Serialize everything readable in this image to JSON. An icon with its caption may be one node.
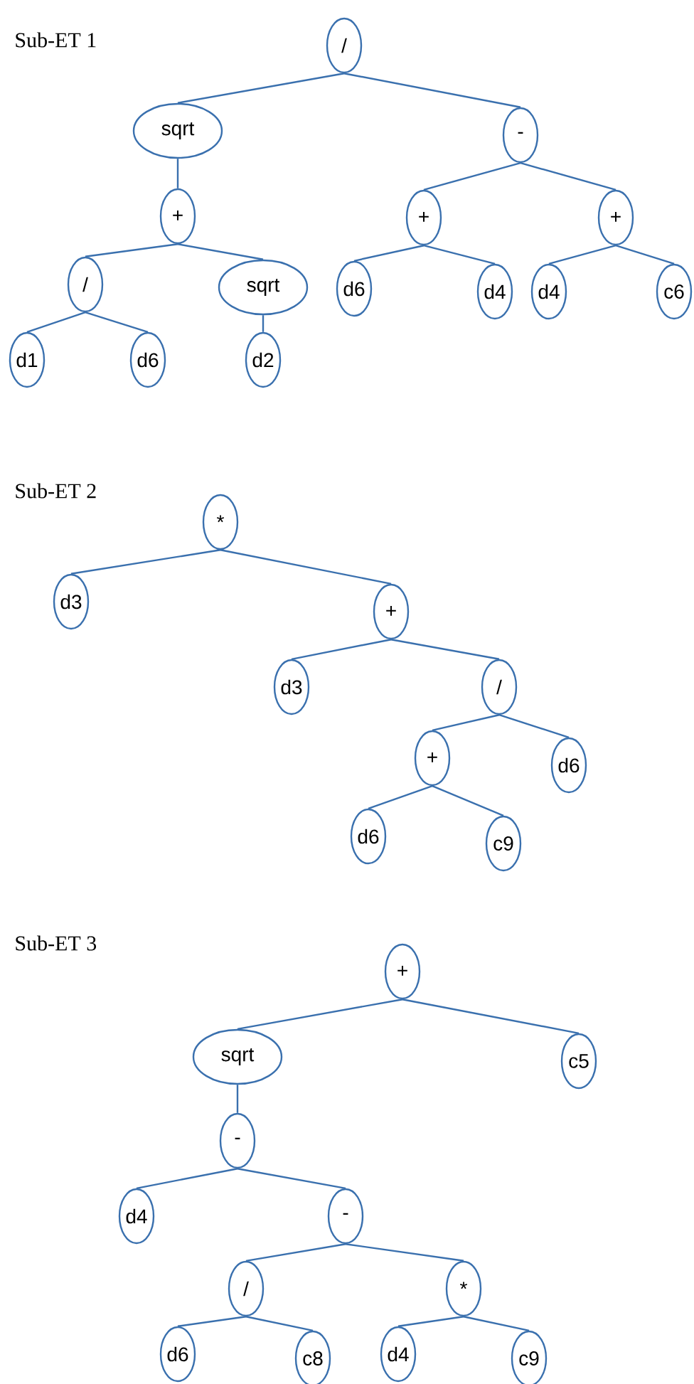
{
  "diagram": {
    "nodes": [
      {
        "text": [
          "/"
        ]
      },
      {
        "text": [
          "sqrt"
        ]
      },
      {
        "text": [
          "-"
        ]
      },
      {
        "text": [
          "+"
        ]
      },
      {
        "text": [
          "+"
        ]
      },
      {
        "text": [
          "+"
        ]
      },
      {
        "text": [
          "/"
        ]
      },
      {
        "text": [
          "sqrt"
        ]
      },
      {
        "text": [
          "d6"
        ]
      },
      {
        "text": [
          "d4"
        ]
      },
      {
        "text": [
          "d4"
        ]
      },
      {
        "text": [
          "c6"
        ]
      },
      {
        "text": [
          "d1"
        ]
      },
      {
        "text": [
          "d6"
        ]
      },
      {
        "text": [
          "d2"
        ]
      },
      {
        "text": [
          "*"
        ]
      },
      {
        "text": [
          "d3"
        ]
      },
      {
        "text": [
          "+"
        ]
      },
      {
        "text": [
          "d3"
        ]
      },
      {
        "text": [
          "/"
        ]
      },
      {
        "text": [
          "+"
        ]
      },
      {
        "text": [
          "d6"
        ]
      },
      {
        "text": [
          "d6"
        ]
      },
      {
        "text": [
          "c9"
        ]
      },
      {
        "text": [
          "+"
        ]
      },
      {
        "text": [
          "sqrt"
        ]
      },
      {
        "text": [
          "c5"
        ]
      },
      {
        "text": [
          "-"
        ]
      },
      {
        "text": [
          "d4"
        ]
      },
      {
        "text": [
          "-"
        ]
      },
      {
        "text": [
          "/"
        ]
      },
      {
        "text": [
          "*"
        ]
      },
      {
        "text": [
          "d6"
        ]
      },
      {
        "text": [
          "c8"
        ]
      },
      {
        "text": [
          "d4"
        ]
      },
      {
        "text": [
          "c9"
        ]
      }
    ],
    "edges": [
      {
        "from": 0,
        "to": 1,
        "arrow": "none"
      },
      {
        "from": 0,
        "to": 2,
        "arrow": "none"
      },
      {
        "from": 1,
        "to": 3,
        "arrow": "none"
      },
      {
        "from": 3,
        "to": 6,
        "arrow": "none"
      },
      {
        "from": 3,
        "to": 7,
        "arrow": "none"
      },
      {
        "from": 6,
        "to": 12,
        "arrow": "none"
      },
      {
        "from": 6,
        "to": 13,
        "arrow": "none"
      },
      {
        "from": 7,
        "to": 14,
        "arrow": "none"
      },
      {
        "from": 2,
        "to": 4,
        "arrow": "none"
      },
      {
        "from": 2,
        "to": 5,
        "arrow": "none"
      },
      {
        "from": 4,
        "to": 8,
        "arrow": "none"
      },
      {
        "from": 4,
        "to": 9,
        "arrow": "none"
      },
      {
        "from": 5,
        "to": 10,
        "arrow": "none"
      },
      {
        "from": 5,
        "to": 11,
        "arrow": "none"
      },
      {
        "from": 15,
        "to": 16,
        "arrow": "none"
      },
      {
        "from": 15,
        "to": 17,
        "arrow": "none"
      },
      {
        "from": 17,
        "to": 18,
        "arrow": "none"
      },
      {
        "from": 17,
        "to": 19,
        "arrow": "none"
      },
      {
        "from": 19,
        "to": 20,
        "arrow": "none"
      },
      {
        "from": 19,
        "to": 21,
        "arrow": "none"
      },
      {
        "from": 20,
        "to": 22,
        "arrow": "none"
      },
      {
        "from": 20,
        "to": 23,
        "arrow": "none"
      },
      {
        "from": 24,
        "to": 25,
        "arrow": "none"
      },
      {
        "from": 24,
        "to": 26,
        "arrow": "none"
      },
      {
        "from": 25,
        "to": 27,
        "arrow": "none"
      },
      {
        "from": 27,
        "to": 28,
        "arrow": "none"
      },
      {
        "from": 27,
        "to": 29,
        "arrow": "none"
      },
      {
        "from": 29,
        "to": 30,
        "arrow": "none"
      },
      {
        "from": 29,
        "to": 31,
        "arrow": "none"
      },
      {
        "from": 30,
        "to": 32,
        "arrow": "none"
      },
      {
        "from": 30,
        "to": 33,
        "arrow": "none"
      },
      {
        "from": 31,
        "to": 34,
        "arrow": "none"
      },
      {
        "from": 31,
        "to": 35,
        "arrow": "none"
      }
    ],
    "labels": [
      "Sub-ET 1",
      "Sub-ET 2",
      "Sub-ET 3"
    ]
  }
}
